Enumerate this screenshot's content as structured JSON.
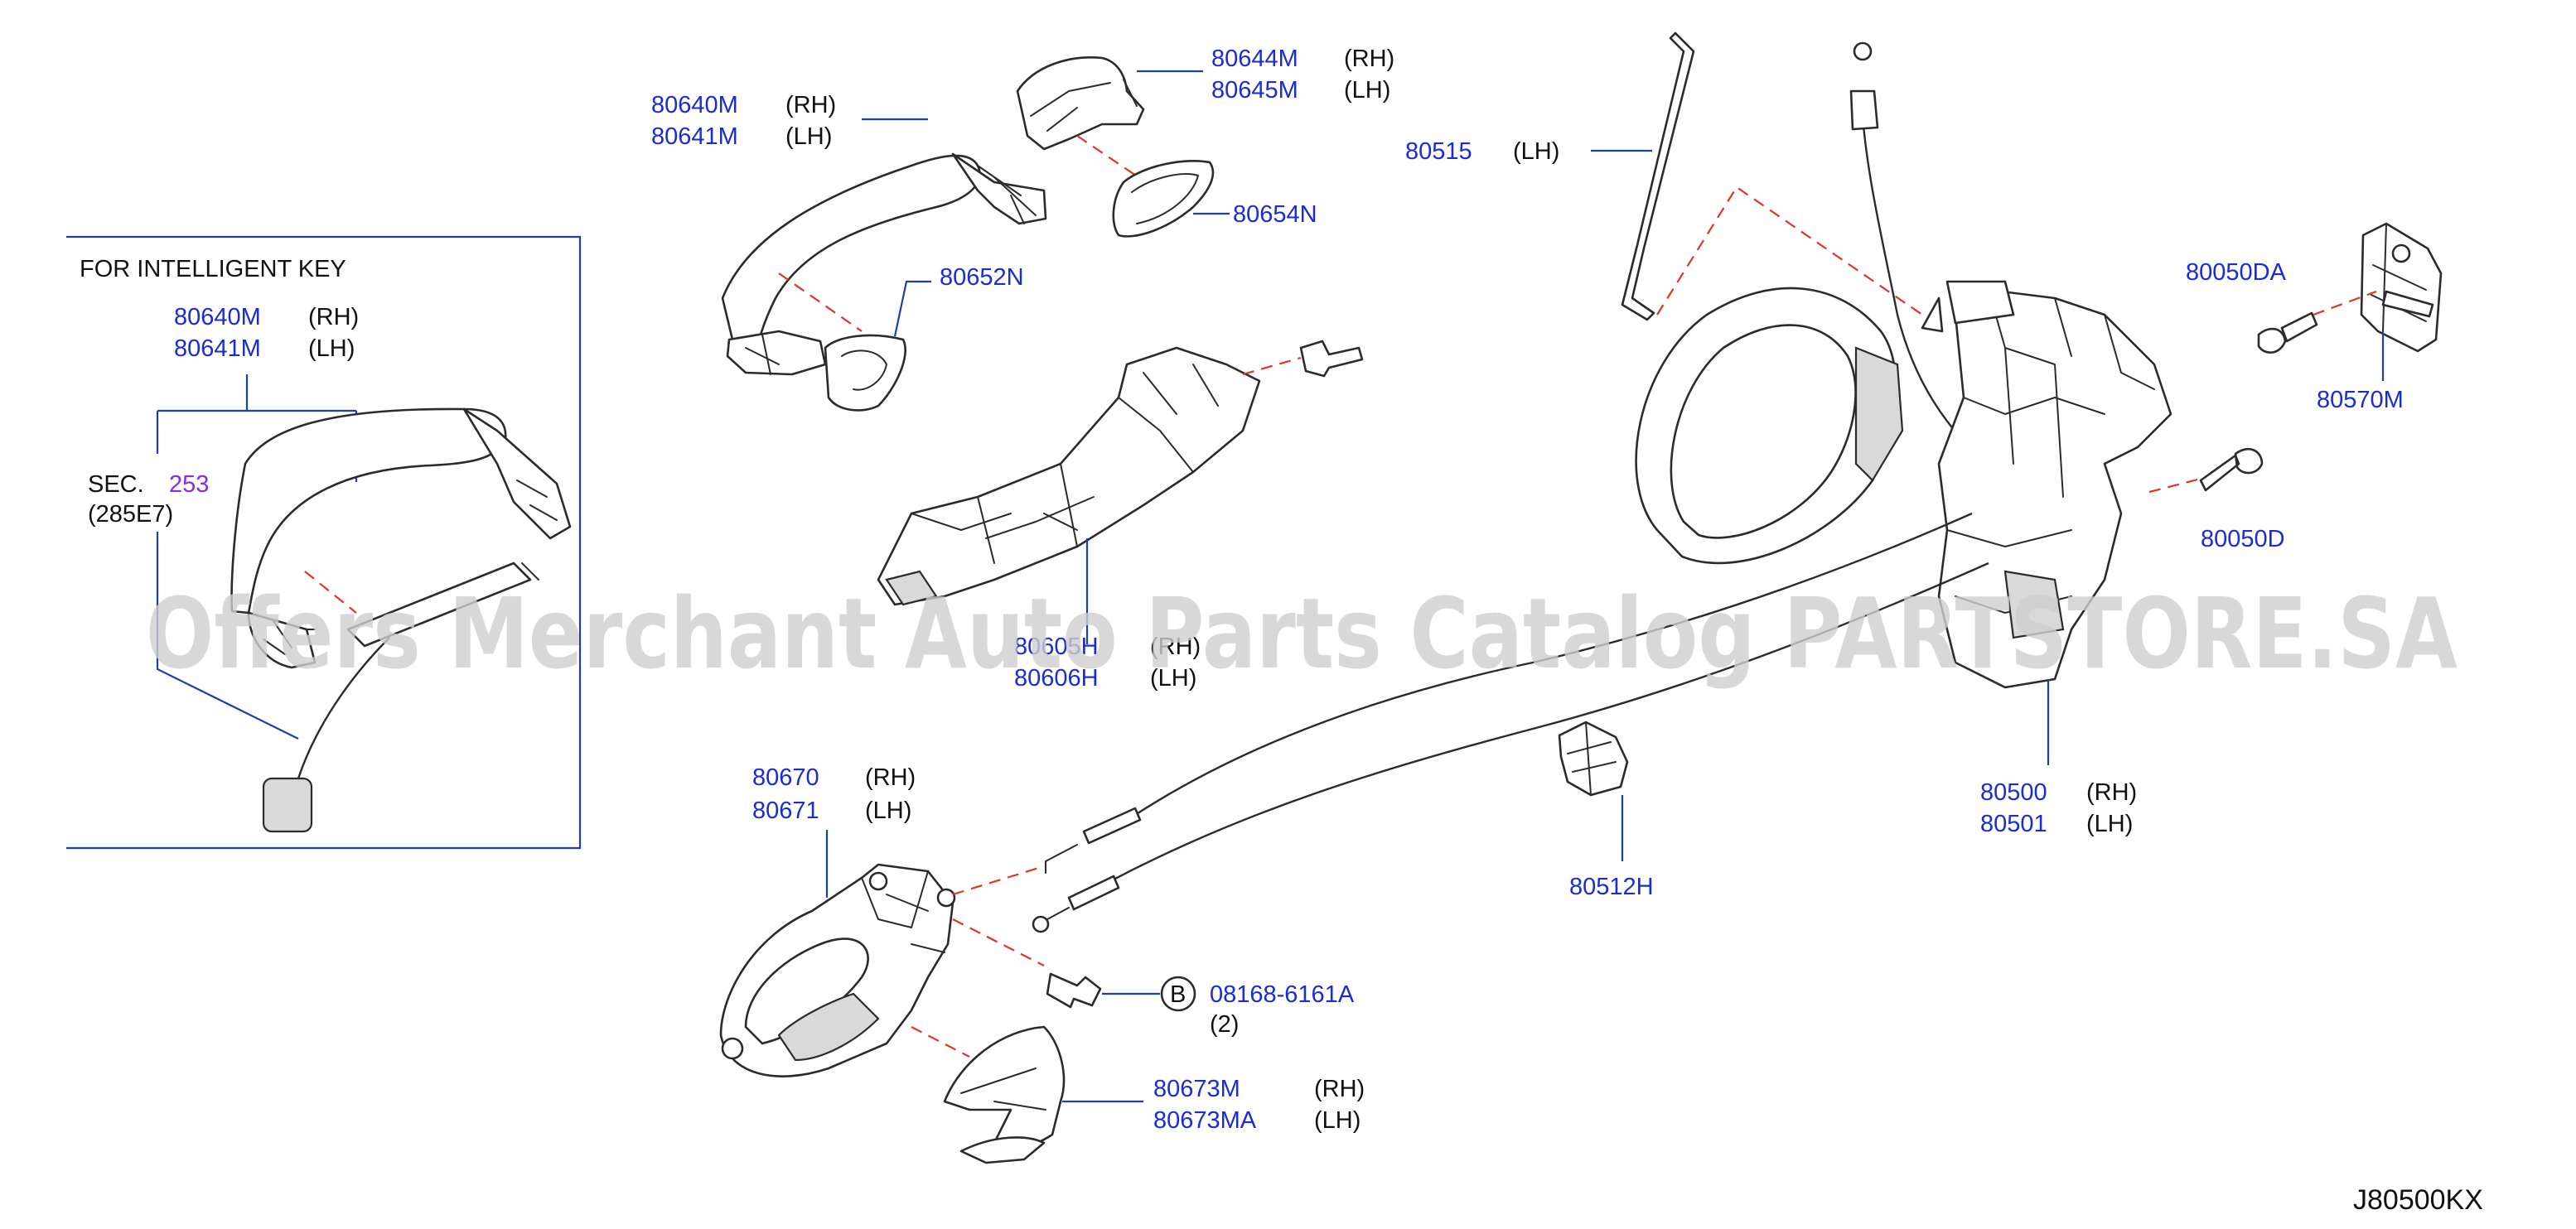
{
  "inset": {
    "title": "FOR   INTELLIGENT   KEY",
    "p1": "80640M",
    "p1_side": "(RH)",
    "p2": "80641M",
    "p2_side": "(LH)",
    "sec_label": "SEC.",
    "sec_num": "253",
    "sec_sub": "(285E7)"
  },
  "labels": {
    "l80640M": "80640M",
    "l80640M_side": "(RH)",
    "l80641M": "80641M",
    "l80641M_side": "(LH)",
    "l80644M": "80644M",
    "l80644M_side": "(RH)",
    "l80645M": "80645M",
    "l80645M_side": "(LH)",
    "l80654N": "80654N",
    "l80652N": "80652N",
    "l80515": "80515",
    "l80515_side": "(LH)",
    "l80050DA": "80050DA",
    "l80570M": "80570M",
    "l80050D": "80050D",
    "l80605H": "80605H",
    "l80605H_side": "(RH)",
    "l80606H": "80606H",
    "l80606H_side": "(LH)",
    "l80500": "80500",
    "l80500_side": "(RH)",
    "l80501": "80501",
    "l80501_side": "(LH)",
    "l80670": "80670",
    "l80670_side": "(RH)",
    "l80671": "80671",
    "l80671_side": "(LH)",
    "l80512H": "80512H",
    "bolt_marker": "B",
    "l08168": "08168-6161A",
    "l08168_qty": "(2)",
    "l80673M": "80673M",
    "l80673M_side": "(RH)",
    "l80673MA": "80673MA",
    "l80673MA_side": "(LH)"
  },
  "watermark": "Offers Merchant Auto Parts Catalog PARTSTORE.SA",
  "diagram_code": "J80500KX",
  "colors": {
    "part_number": "#1c2bd4",
    "leader": "#1f3fa6",
    "guide": "#e0342c",
    "section_ref": "#8a2be2"
  }
}
